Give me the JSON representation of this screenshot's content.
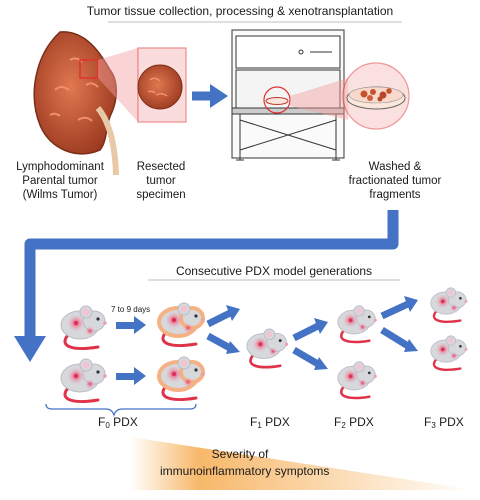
{
  "section1": {
    "title": "Tumor tissue collection, processing & xenotransplantation"
  },
  "labels": {
    "parental": [
      "Lymphodominant",
      "Parental tumor",
      "(Wilms Tumor)"
    ],
    "resected": [
      "Resected",
      "tumor",
      "specimen"
    ],
    "washed": [
      "Washed &",
      "fractionated tumor",
      "fragments"
    ]
  },
  "section2": {
    "title": "Consecutive PDX model generations"
  },
  "timing": "7 to 9 days",
  "generations": [
    {
      "base": "F",
      "sub": "0",
      "suffix": " PDX"
    },
    {
      "base": "F",
      "sub": "1",
      "suffix": " PDX"
    },
    {
      "base": "F",
      "sub": "2",
      "suffix": " PDX"
    },
    {
      "base": "F",
      "sub": "3",
      "suffix": " PDX"
    }
  ],
  "severity": [
    "Severity of",
    "immunoinflammatory symptoms"
  ],
  "colors": {
    "arrow": "#4472c4",
    "tumor": "#b5482a",
    "tumor_hi": "#d46a45",
    "zoom_box": "#e03030",
    "mouse_body": "#d6d8dc",
    "mouse_tail": "#e0334a",
    "inflamed": "#f4b183",
    "gradient_start": "#ffffff",
    "gradient_end": "#f5a04a"
  }
}
